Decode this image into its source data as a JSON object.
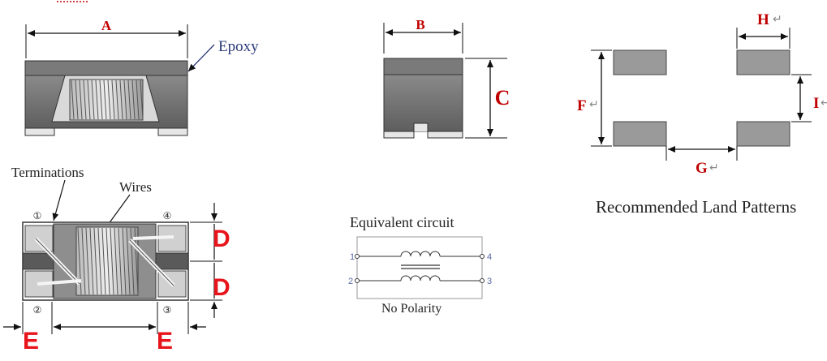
{
  "top_view": {
    "dim_a": "A",
    "epoxy_label": "Epoxy"
  },
  "side_view": {
    "dim_b": "B",
    "dim_c": "C"
  },
  "land_pattern": {
    "dim_h": "H",
    "dim_i": "I",
    "dim_f": "F",
    "dim_g": "G",
    "return_mark": "↵",
    "caption": "Recommended Land Patterns"
  },
  "bottom_view": {
    "terminations_label": "Terminations",
    "wires_label": "Wires",
    "pin1": "①",
    "pin2": "②",
    "pin3": "③",
    "pin4": "④",
    "dim_d": "D",
    "dim_e": "E"
  },
  "equivalent_circuit": {
    "title": "Equivalent circuit",
    "pin1": "1",
    "pin2": "2",
    "pin3": "3",
    "pin4": "4",
    "note": "No Polarity"
  },
  "colors": {
    "dimension_red": "#c00000",
    "body_gray": "#6e6e6e",
    "pad_gray": "#9a9a9a"
  }
}
